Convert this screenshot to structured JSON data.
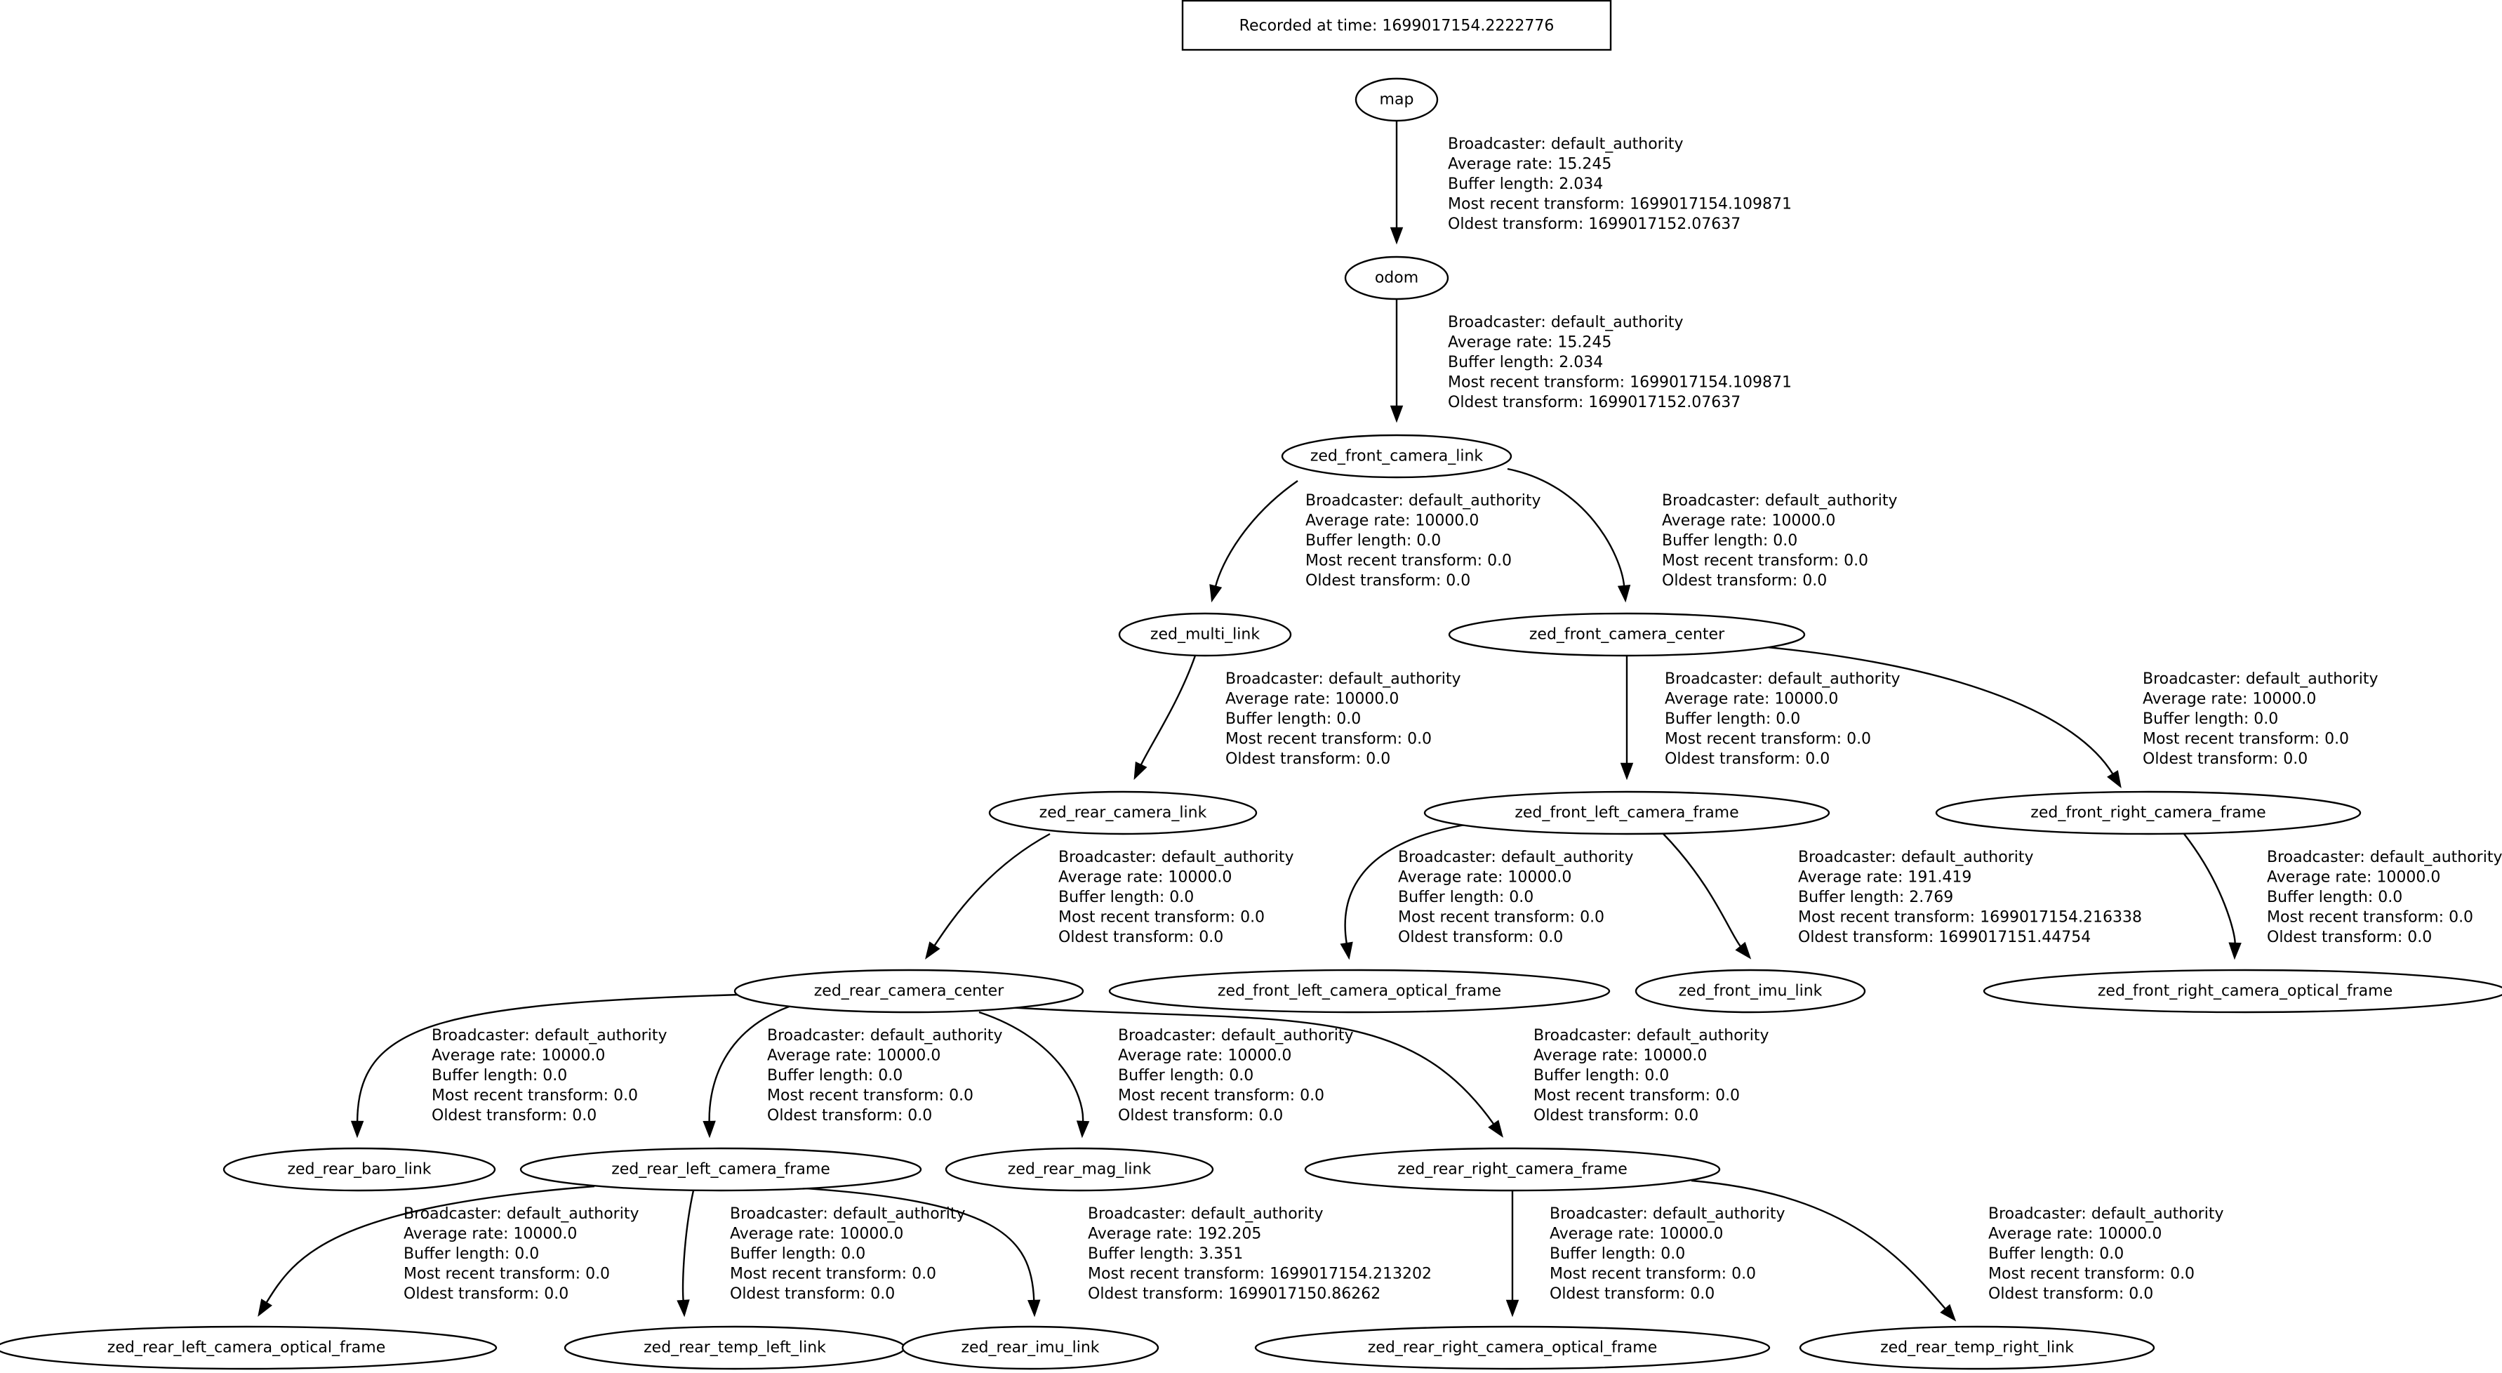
{
  "header": {
    "text": "Recorded at time: 1699017154.2222776"
  },
  "nodes": [
    {
      "id": "map",
      "label": "map"
    },
    {
      "id": "odom",
      "label": "odom"
    },
    {
      "id": "zed_front_camera_link",
      "label": "zed_front_camera_link"
    },
    {
      "id": "zed_multi_link",
      "label": "zed_multi_link"
    },
    {
      "id": "zed_front_camera_center",
      "label": "zed_front_camera_center"
    },
    {
      "id": "zed_rear_camera_link",
      "label": "zed_rear_camera_link"
    },
    {
      "id": "zed_front_left_camera_frame",
      "label": "zed_front_left_camera_frame"
    },
    {
      "id": "zed_front_right_camera_frame",
      "label": "zed_front_right_camera_frame"
    },
    {
      "id": "zed_rear_camera_center",
      "label": "zed_rear_camera_center"
    },
    {
      "id": "zed_front_left_camera_optical_frame",
      "label": "zed_front_left_camera_optical_frame"
    },
    {
      "id": "zed_front_imu_link",
      "label": "zed_front_imu_link"
    },
    {
      "id": "zed_front_right_camera_optical_frame",
      "label": "zed_front_right_camera_optical_frame"
    },
    {
      "id": "zed_rear_baro_link",
      "label": "zed_rear_baro_link"
    },
    {
      "id": "zed_rear_left_camera_frame",
      "label": "zed_rear_left_camera_frame"
    },
    {
      "id": "zed_rear_mag_link",
      "label": "zed_rear_mag_link"
    },
    {
      "id": "zed_rear_right_camera_frame",
      "label": "zed_rear_right_camera_frame"
    },
    {
      "id": "zed_rear_left_camera_optical_frame",
      "label": "zed_rear_left_camera_optical_frame"
    },
    {
      "id": "zed_rear_temp_left_link",
      "label": "zed_rear_temp_left_link"
    },
    {
      "id": "zed_rear_imu_link",
      "label": "zed_rear_imu_link"
    },
    {
      "id": "zed_rear_right_camera_optical_frame",
      "label": "zed_rear_right_camera_optical_frame"
    },
    {
      "id": "zed_rear_temp_right_link",
      "label": "zed_rear_temp_right_link"
    }
  ],
  "edges": [
    {
      "from": "map",
      "to": "odom",
      "label": [
        "Broadcaster: default_authority",
        "Average rate: 15.245",
        "Buffer length: 2.034",
        "Most recent transform: 1699017154.109871",
        "Oldest transform: 1699017152.07637"
      ]
    },
    {
      "from": "odom",
      "to": "zed_front_camera_link",
      "label": [
        "Broadcaster: default_authority",
        "Average rate: 15.245",
        "Buffer length: 2.034",
        "Most recent transform: 1699017154.109871",
        "Oldest transform: 1699017152.07637"
      ]
    },
    {
      "from": "zed_front_camera_link",
      "to": "zed_multi_link",
      "label": [
        "Broadcaster: default_authority",
        "Average rate: 10000.0",
        "Buffer length: 0.0",
        "Most recent transform: 0.0",
        "Oldest transform: 0.0"
      ]
    },
    {
      "from": "zed_front_camera_link",
      "to": "zed_front_camera_center",
      "label": [
        "Broadcaster: default_authority",
        "Average rate: 10000.0",
        "Buffer length: 0.0",
        "Most recent transform: 0.0",
        "Oldest transform: 0.0"
      ]
    },
    {
      "from": "zed_multi_link",
      "to": "zed_rear_camera_link",
      "label": [
        "Broadcaster: default_authority",
        "Average rate: 10000.0",
        "Buffer length: 0.0",
        "Most recent transform: 0.0",
        "Oldest transform: 0.0"
      ]
    },
    {
      "from": "zed_front_camera_center",
      "to": "zed_front_left_camera_frame",
      "label": [
        "Broadcaster: default_authority",
        "Average rate: 10000.0",
        "Buffer length: 0.0",
        "Most recent transform: 0.0",
        "Oldest transform: 0.0"
      ]
    },
    {
      "from": "zed_front_camera_center",
      "to": "zed_front_right_camera_frame",
      "label": [
        "Broadcaster: default_authority",
        "Average rate: 10000.0",
        "Buffer length: 0.0",
        "Most recent transform: 0.0",
        "Oldest transform: 0.0"
      ]
    },
    {
      "from": "zed_rear_camera_link",
      "to": "zed_rear_camera_center",
      "label": [
        "Broadcaster: default_authority",
        "Average rate: 10000.0",
        "Buffer length: 0.0",
        "Most recent transform: 0.0",
        "Oldest transform: 0.0"
      ]
    },
    {
      "from": "zed_front_left_camera_frame",
      "to": "zed_front_left_camera_optical_frame",
      "label": [
        "Broadcaster: default_authority",
        "Average rate: 10000.0",
        "Buffer length: 0.0",
        "Most recent transform: 0.0",
        "Oldest transform: 0.0"
      ]
    },
    {
      "from": "zed_front_left_camera_frame",
      "to": "zed_front_imu_link",
      "label": [
        "Broadcaster: default_authority",
        "Average rate: 191.419",
        "Buffer length: 2.769",
        "Most recent transform: 1699017154.216338",
        "Oldest transform: 1699017151.44754"
      ]
    },
    {
      "from": "zed_front_right_camera_frame",
      "to": "zed_front_right_camera_optical_frame",
      "label": [
        "Broadcaster: default_authority",
        "Average rate: 10000.0",
        "Buffer length: 0.0",
        "Most recent transform: 0.0",
        "Oldest transform: 0.0"
      ]
    },
    {
      "from": "zed_rear_camera_center",
      "to": "zed_rear_baro_link",
      "label": [
        "Broadcaster: default_authority",
        "Average rate: 10000.0",
        "Buffer length: 0.0",
        "Most recent transform: 0.0",
        "Oldest transform: 0.0"
      ]
    },
    {
      "from": "zed_rear_camera_center",
      "to": "zed_rear_left_camera_frame",
      "label": [
        "Broadcaster: default_authority",
        "Average rate: 10000.0",
        "Buffer length: 0.0",
        "Most recent transform: 0.0",
        "Oldest transform: 0.0"
      ]
    },
    {
      "from": "zed_rear_camera_center",
      "to": "zed_rear_mag_link",
      "label": [
        "Broadcaster: default_authority",
        "Average rate: 10000.0",
        "Buffer length: 0.0",
        "Most recent transform: 0.0",
        "Oldest transform: 0.0"
      ]
    },
    {
      "from": "zed_rear_camera_center",
      "to": "zed_rear_right_camera_frame",
      "label": [
        "Broadcaster: default_authority",
        "Average rate: 10000.0",
        "Buffer length: 0.0",
        "Most recent transform: 0.0",
        "Oldest transform: 0.0"
      ]
    },
    {
      "from": "zed_rear_left_camera_frame",
      "to": "zed_rear_left_camera_optical_frame",
      "label": [
        "Broadcaster: default_authority",
        "Average rate: 10000.0",
        "Buffer length: 0.0",
        "Most recent transform: 0.0",
        "Oldest transform: 0.0"
      ]
    },
    {
      "from": "zed_rear_left_camera_frame",
      "to": "zed_rear_temp_left_link",
      "label": [
        "Broadcaster: default_authority",
        "Average rate: 10000.0",
        "Buffer length: 0.0",
        "Most recent transform: 0.0",
        "Oldest transform: 0.0"
      ]
    },
    {
      "from": "zed_rear_left_camera_frame",
      "to": "zed_rear_imu_link",
      "label": [
        "Broadcaster: default_authority",
        "Average rate: 192.205",
        "Buffer length: 3.351",
        "Most recent transform: 1699017154.213202",
        "Oldest transform: 1699017150.86262"
      ]
    },
    {
      "from": "zed_rear_right_camera_frame",
      "to": "zed_rear_right_camera_optical_frame",
      "label": [
        "Broadcaster: default_authority",
        "Average rate: 10000.0",
        "Buffer length: 0.0",
        "Most recent transform: 0.0",
        "Oldest transform: 0.0"
      ]
    },
    {
      "from": "zed_rear_right_camera_frame",
      "to": "zed_rear_temp_right_link",
      "label": [
        "Broadcaster: default_authority",
        "Average rate: 10000.0",
        "Buffer length: 0.0",
        "Most recent transform: 0.0",
        "Oldest transform: 0.0"
      ]
    }
  ]
}
